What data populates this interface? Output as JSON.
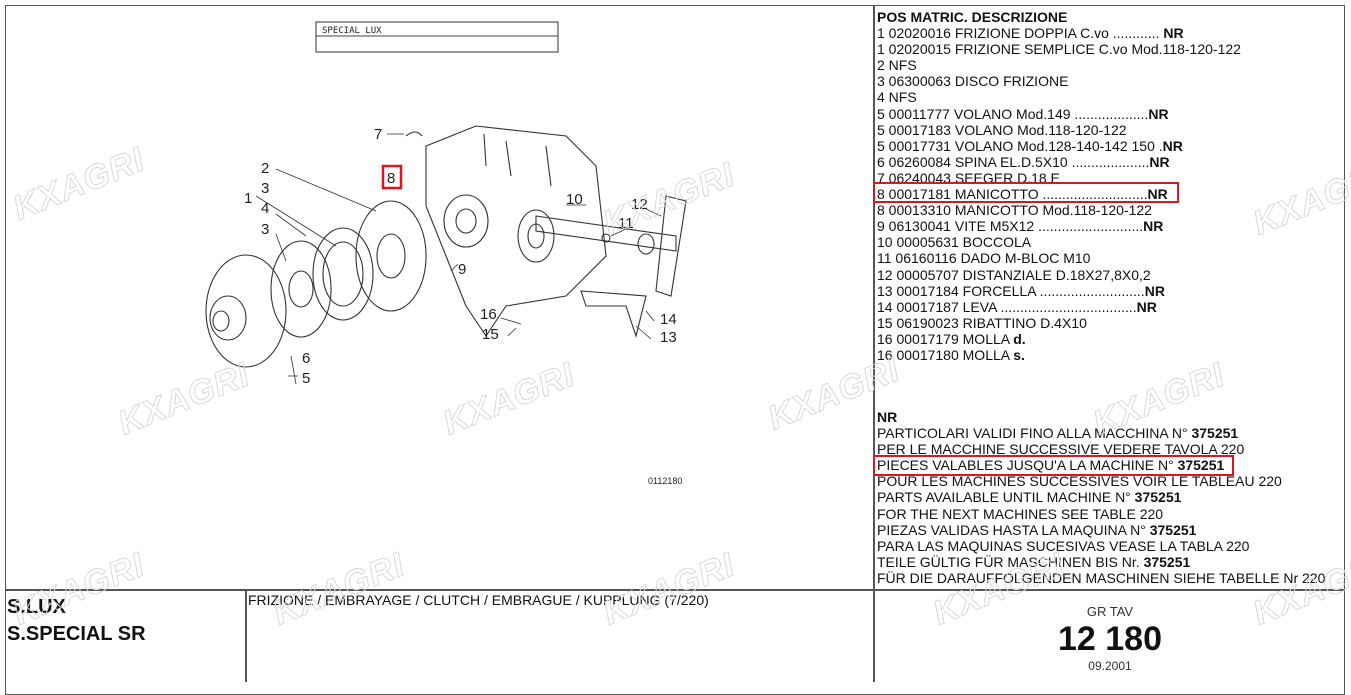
{
  "diagram": {
    "title_box": "SPECIAL LUX",
    "drawing_code": "0112180",
    "callouts": [
      "7",
      "8",
      "2",
      "1",
      "3",
      "4",
      "3",
      "10",
      "11",
      "12",
      "9",
      "16",
      "15",
      "14",
      "13",
      "6",
      "5"
    ]
  },
  "parts_list": {
    "header": "POS MATRIC. DESCRIZIONE",
    "rows": [
      {
        "text": "1 02020016 FRIZIONE DOPPIA C.vo ............ ",
        "tag": "NR"
      },
      {
        "text": "1 02020015 FRIZIONE SEMPLICE C.vo Mod.118-120-122",
        "tag": ""
      },
      {
        "text": "2 NFS",
        "tag": ""
      },
      {
        "text": "3 06300063 DISCO FRIZIONE",
        "tag": ""
      },
      {
        "text": "4 NFS",
        "tag": ""
      },
      {
        "text": "5 00011777 VOLANO Mod.149 ...................",
        "tag": "NR"
      },
      {
        "text": "5 00017183 VOLANO Mod.118-120-122",
        "tag": ""
      },
      {
        "text": "5 00017731 VOLANO Mod.128-140-142 150 .",
        "tag": "NR"
      },
      {
        "text": "6 06260084 SPINA EL.D.5X10 ....................",
        "tag": "NR"
      },
      {
        "text": "7 06240043 SEEGER D.18 E",
        "tag": ""
      },
      {
        "text": "8 00017181 MANICOTTO ...........................",
        "tag": "NR"
      },
      {
        "text": "8 00013310 MANICOTTO Mod.118-120-122",
        "tag": ""
      },
      {
        "text": "9 06130041 VITE M5X12 ...........................",
        "tag": "NR"
      },
      {
        "text": "10 00005631 BOCCOLA",
        "tag": ""
      },
      {
        "text": "11 06160116 DADO M-BLOC M10",
        "tag": ""
      },
      {
        "text": "12 00005707 DISTANZIALE D.18X27,8X0,2",
        "tag": ""
      },
      {
        "text": "13 00017184 FORCELLA ...........................",
        "tag": "NR"
      },
      {
        "text": "14 00017187 LEVA ...................................",
        "tag": "NR"
      },
      {
        "text": "15 06190023 RIBATTINO D.4X10",
        "tag": ""
      },
      {
        "text": "16 00017179 MOLLA ",
        "tag": "d."
      },
      {
        "text": "16 00017180 MOLLA ",
        "tag": "s."
      }
    ]
  },
  "notes": {
    "header": "NR",
    "lines": [
      {
        "text": "PARTICOLARI VALIDI FINO ALLA MACCHINA N° ",
        "bold": "375251"
      },
      {
        "text": "PER LE MACCHINE SUCCESSIVE VEDERE TAVOLA 220",
        "bold": ""
      },
      {
        "text": "PIECES VALABLES JUSQU'A LA MACHINE N° ",
        "bold": "375251"
      },
      {
        "text": "POUR LES MACHINES SUCCESSIVES VOIR LE TABLEAU 220",
        "bold": ""
      },
      {
        "text": "PARTS AVAILABLE UNTIL MACHINE N° ",
        "bold": "375251"
      },
      {
        "text": "FOR THE NEXT MACHINES SEE TABLE 220",
        "bold": ""
      },
      {
        "text": "PIEZAS VALIDAS HASTA LA MAQUINA N° ",
        "bold": "375251"
      },
      {
        "text": "PARA LAS MAQUINAS SUCESIVAS VEASE LA TABLA 220",
        "bold": ""
      },
      {
        "text": "TEILE GÜLTIG FÜR MASCHINEN BIS Nr. ",
        "bold": "375251"
      },
      {
        "text": "FÜR DIE DARAUFFOLGENDEN MASCHINEN SIEHE TABELLE Nr 220",
        "bold": ""
      }
    ]
  },
  "footer": {
    "models": [
      "S.LUX",
      "S.SPECIAL SR"
    ],
    "description": "FRIZIONE / EMBRAYAGE / CLUTCH / EMBRAGUE / KUPPLUNG (7/220)",
    "gr_tav_label": "GR TAV",
    "gr_tav_number": "12 180",
    "date": "09.2001"
  },
  "watermark": "KXAGRI",
  "colors": {
    "highlight": "#e0141e",
    "border": "#555555"
  }
}
